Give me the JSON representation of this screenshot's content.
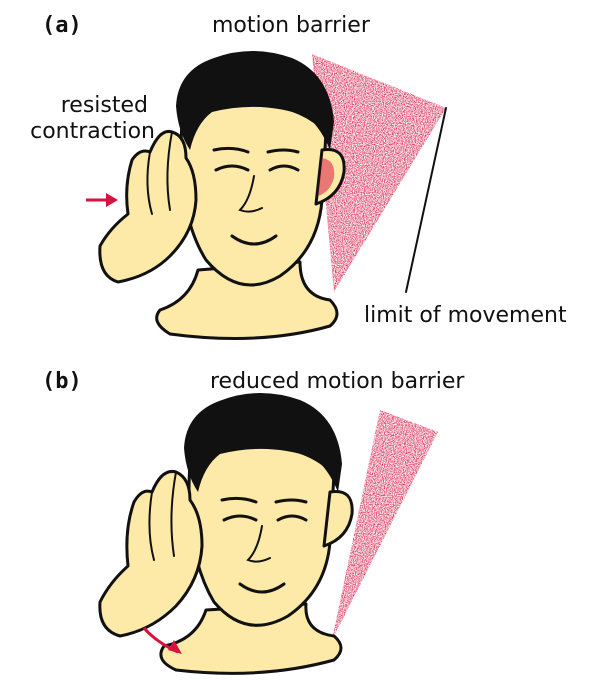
{
  "panel_a": {
    "label": "(a)",
    "title": "motion barrier",
    "annotation_left": [
      "resisted",
      "contraction"
    ],
    "annotation_right": "limit of movement"
  },
  "panel_b": {
    "label": "(b)",
    "title": "reduced motion barrier"
  },
  "colors": {
    "barrier": "#d81b45",
    "skin": "#fde9a8",
    "hair": "#111111",
    "arrow": "#d8123e"
  }
}
